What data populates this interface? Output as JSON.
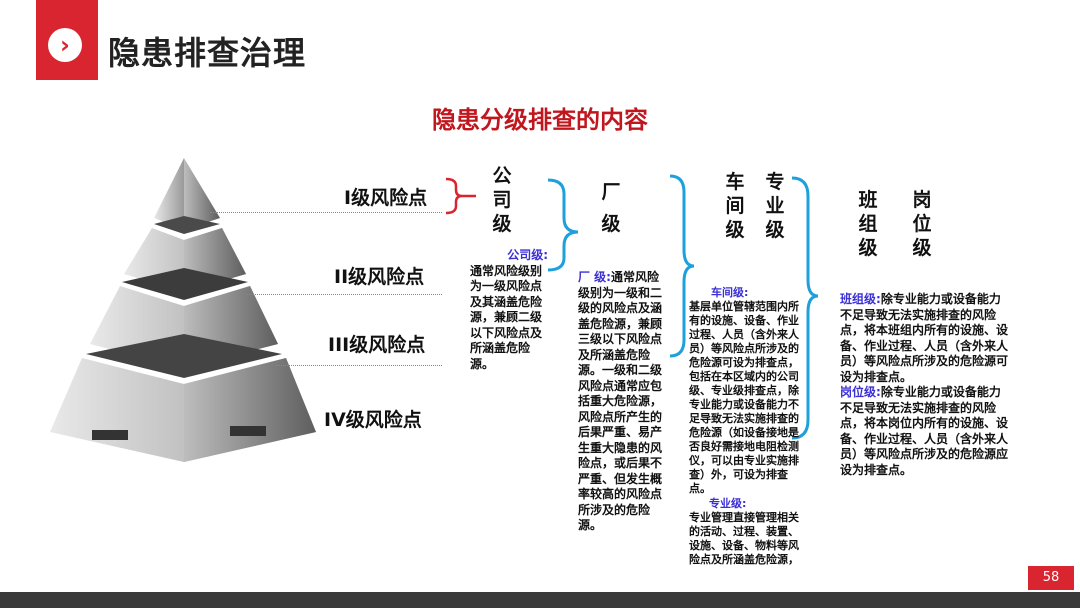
{
  "header": {
    "title": "隐患排查治理"
  },
  "subtitle": "隐患分级排查的内容",
  "levels": [
    "I级风险点",
    "II级风险点",
    "III级风险点",
    "IV级风险点"
  ],
  "columns": {
    "company": "公司级",
    "factory": "厂级",
    "workshop": "车间级",
    "specialty": "专业级",
    "team": "班组级",
    "post": "岗位级"
  },
  "descriptions": {
    "company": {
      "head": "公司级:",
      "body": "通常风险级别为一级风险点及其涵盖危险源，兼顾二级以下风险点及所涵盖危险源。"
    },
    "factory": {
      "head": "厂 级:",
      "body": "通常风险级别为一级和二级的风险点及涵盖危险源，兼顾三级以下风险点及所涵盖危险源。一级和二级风险点通常应包括重大危险源，风险点所产生的后果严重、易产生重大隐患的风险点，或后果不严重、但发生概率较高的风险点所涉及的危险源。"
    },
    "workshop": {
      "head": "车间级:",
      "body": "基层单位管辖范围内所有的设施、设备、作业过程、人员（含外来人员）等风险点所涉及的危险源可设为排查点，包括在本区域内的公司级、专业级排查点，除专业能力或设备能力不足导致无法实施排查的危险源（如设备接地是否良好需接地电阻检测仪，可以由专业实施排查）外，可设为排查点。"
    },
    "specialty": {
      "head": "专业级:",
      "body": "专业管理直接管理相关的活动、过程、装置、设施、设备、物料等风险点及所涵盖危险源，"
    },
    "team": {
      "head": "班组级:",
      "body": "除专业能力或设备能力不足导致无法实施排查的风险点，将本班组内所有的设施、设备、作业过程、人员（含外来人员）等风险点所涉及的危险源可设为排查点。"
    },
    "post": {
      "head": "岗位级:",
      "body": "除专业能力或设备能力不足导致无法实施排查的风险点，将本岗位内所有的设施、设备、作业过程、人员（含外来人员）等风险点所涉及的危险源应设为排查点。"
    }
  },
  "page_number": "58",
  "colors": {
    "accent": "#d9252f",
    "bracket": "#1ea0dc",
    "heading": "#3b2fd6"
  }
}
